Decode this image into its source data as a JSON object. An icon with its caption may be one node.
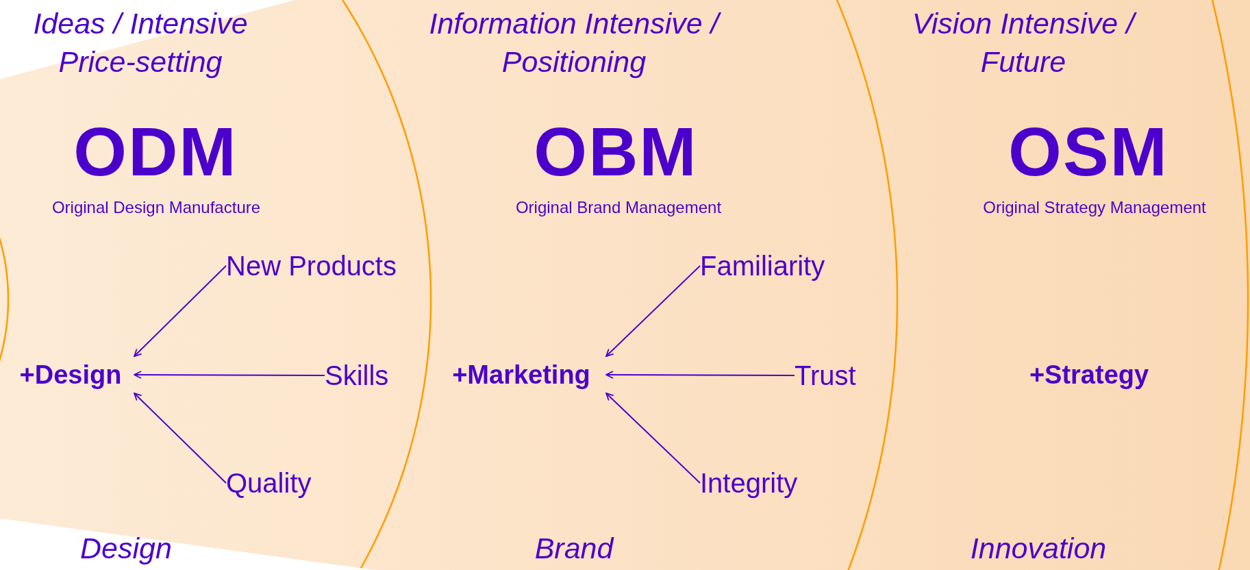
{
  "diagram": {
    "nodes": [
      {
        "text": [
          "Ideas / Intensive Price-setting",
          "ODM",
          "Original Design Manufacture",
          "Design"
        ]
      },
      {
        "text": [
          "+Design"
        ],
        "in": 0
      },
      {
        "text": [
          "New Products"
        ],
        "in": 0
      },
      {
        "text": [
          "Skills"
        ],
        "in": 0
      },
      {
        "text": [
          "Quality"
        ],
        "in": 0
      },
      {
        "text": [
          "Information Intensive / Positioning",
          "OBM",
          "Original Brand Management",
          "Brand"
        ]
      },
      {
        "text": [
          "+Marketing"
        ],
        "in": 5
      },
      {
        "text": [
          "Familiarity"
        ],
        "in": 5
      },
      {
        "text": [
          "Trust"
        ],
        "in": 5
      },
      {
        "text": [
          "Integrity"
        ],
        "in": 5
      },
      {
        "text": [
          "Vision Intensive / Future",
          "OSM",
          "Original Strategy Management",
          "Innovation"
        ]
      },
      {
        "text": [
          "+Strategy"
        ],
        "in": 10
      }
    ],
    "edges": [
      {
        "from": 2,
        "to": 1,
        "arrow": "to"
      },
      {
        "from": 3,
        "to": 1,
        "arrow": "to"
      },
      {
        "from": 4,
        "to": 1,
        "arrow": "to"
      },
      {
        "from": 7,
        "to": 6,
        "arrow": "to"
      },
      {
        "from": 8,
        "to": 6,
        "arrow": "to"
      },
      {
        "from": 9,
        "to": 6,
        "arrow": "to"
      }
    ]
  }
}
